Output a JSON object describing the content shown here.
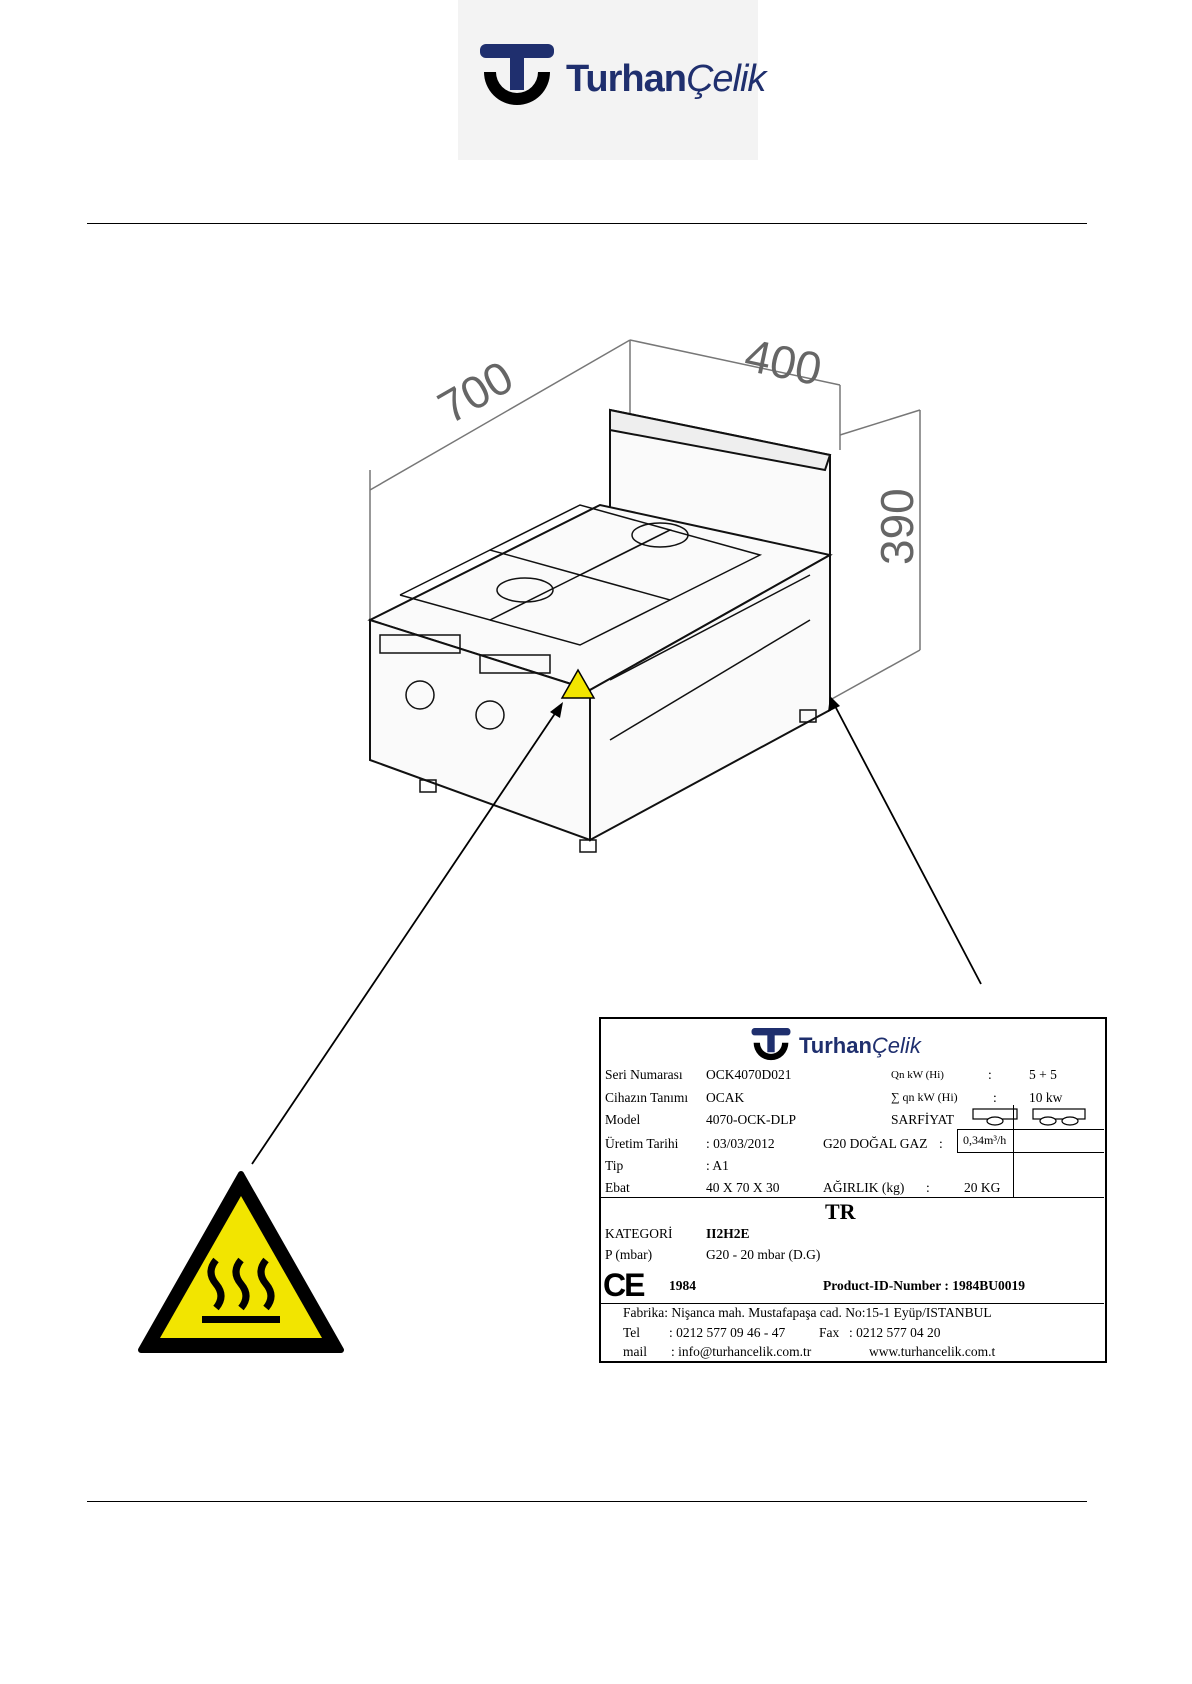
{
  "logo": {
    "brand_bold": "Turhan",
    "brand_light": "Çelik"
  },
  "dimensions": {
    "depth": "700",
    "width": "400",
    "height": "390"
  },
  "nameplate": {
    "logo_bold": "Turhan",
    "logo_light": "Çelik",
    "rows": [
      {
        "label": "Seri Numarası",
        "value": "OCK4070D021",
        "label2": "Qn kW (Hi)",
        "sep2": ":",
        "value2": "5 + 5"
      },
      {
        "label": "Cihazın Tanımı",
        "value": "OCAK",
        "label2": "∑ qn kW (Hi)",
        "sep2": ":",
        "value2": "10 kw"
      },
      {
        "label": "Model",
        "value": "4070-OCK-DLP",
        "label2": "SARFİYAT"
      },
      {
        "label": "Üretim Tarihi",
        "value": ": 03/03/2012",
        "label2": "G20 DOĞAL GAZ",
        "sep2": ":",
        "value2": "0,34m³/h"
      },
      {
        "label": "Tip",
        "value": ":  A1"
      },
      {
        "label": "Ebat",
        "value": "40 X 70 X 30",
        "label2": "AĞIRLIK (kg)",
        "sep2": ":",
        "value2": "20 KG"
      }
    ],
    "country": "TR",
    "category_label": "KATEGORİ",
    "category_value": "II2H2E",
    "pressure_label": "P (mbar)",
    "pressure_value": "G20 - 20 mbar  (D.G)",
    "ce_mark": "CE",
    "ce_number": "1984",
    "product_id": "Product-ID-Number  : 1984BU0019",
    "factory": "Fabrika: Nişanca mah. Mustafapaşa cad. No:15-1 Eyüp/ISTANBUL",
    "tel_label": "Tel",
    "tel_value": ": 0212 577 09 46 - 47",
    "fax_label": "Fax",
    "fax_value": ":  0212 577 04  20",
    "mail_label": "mail",
    "mail_value": ": info@turhancelik.com.tr",
    "website": "www.turhancelik.com.t"
  },
  "colors": {
    "brand_blue": "#1f2f6e",
    "warning_yellow": "#f2e500"
  },
  "icons": {
    "hot_surface": "hot-surface-warning-icon"
  }
}
